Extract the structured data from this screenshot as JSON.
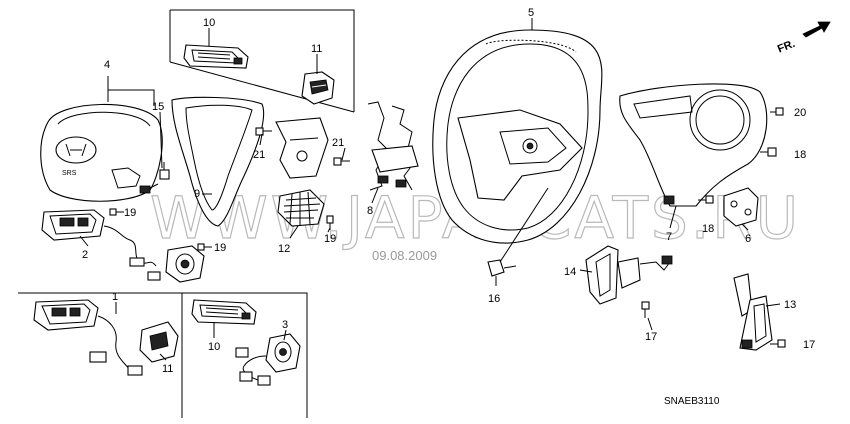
{
  "callouts": {
    "c1": "1",
    "c2": "2",
    "c3": "3",
    "c4": "4",
    "c5": "5",
    "c6": "6",
    "c7": "7",
    "c8": "8",
    "c9": "9",
    "c10a": "10",
    "c10b": "10",
    "c11a": "11",
    "c11b": "11",
    "c12": "12",
    "c13": "13",
    "c14": "14",
    "c15": "15",
    "c16": "16",
    "c17a": "17",
    "c17b": "17",
    "c18a": "18",
    "c18b": "18",
    "c19a": "19",
    "c19b": "19",
    "c19c": "19",
    "c20": "20",
    "c21a": "21",
    "c21b": "21"
  },
  "direction_label": "FR.",
  "watermark": "WWW.JAPANCATS.RU",
  "date_stamp": "09.08.2009",
  "diagram_code": "SNAEB3110",
  "icons": {
    "front_arrow": "arrow-right-icon",
    "emblem": "honda-logo-icon"
  }
}
